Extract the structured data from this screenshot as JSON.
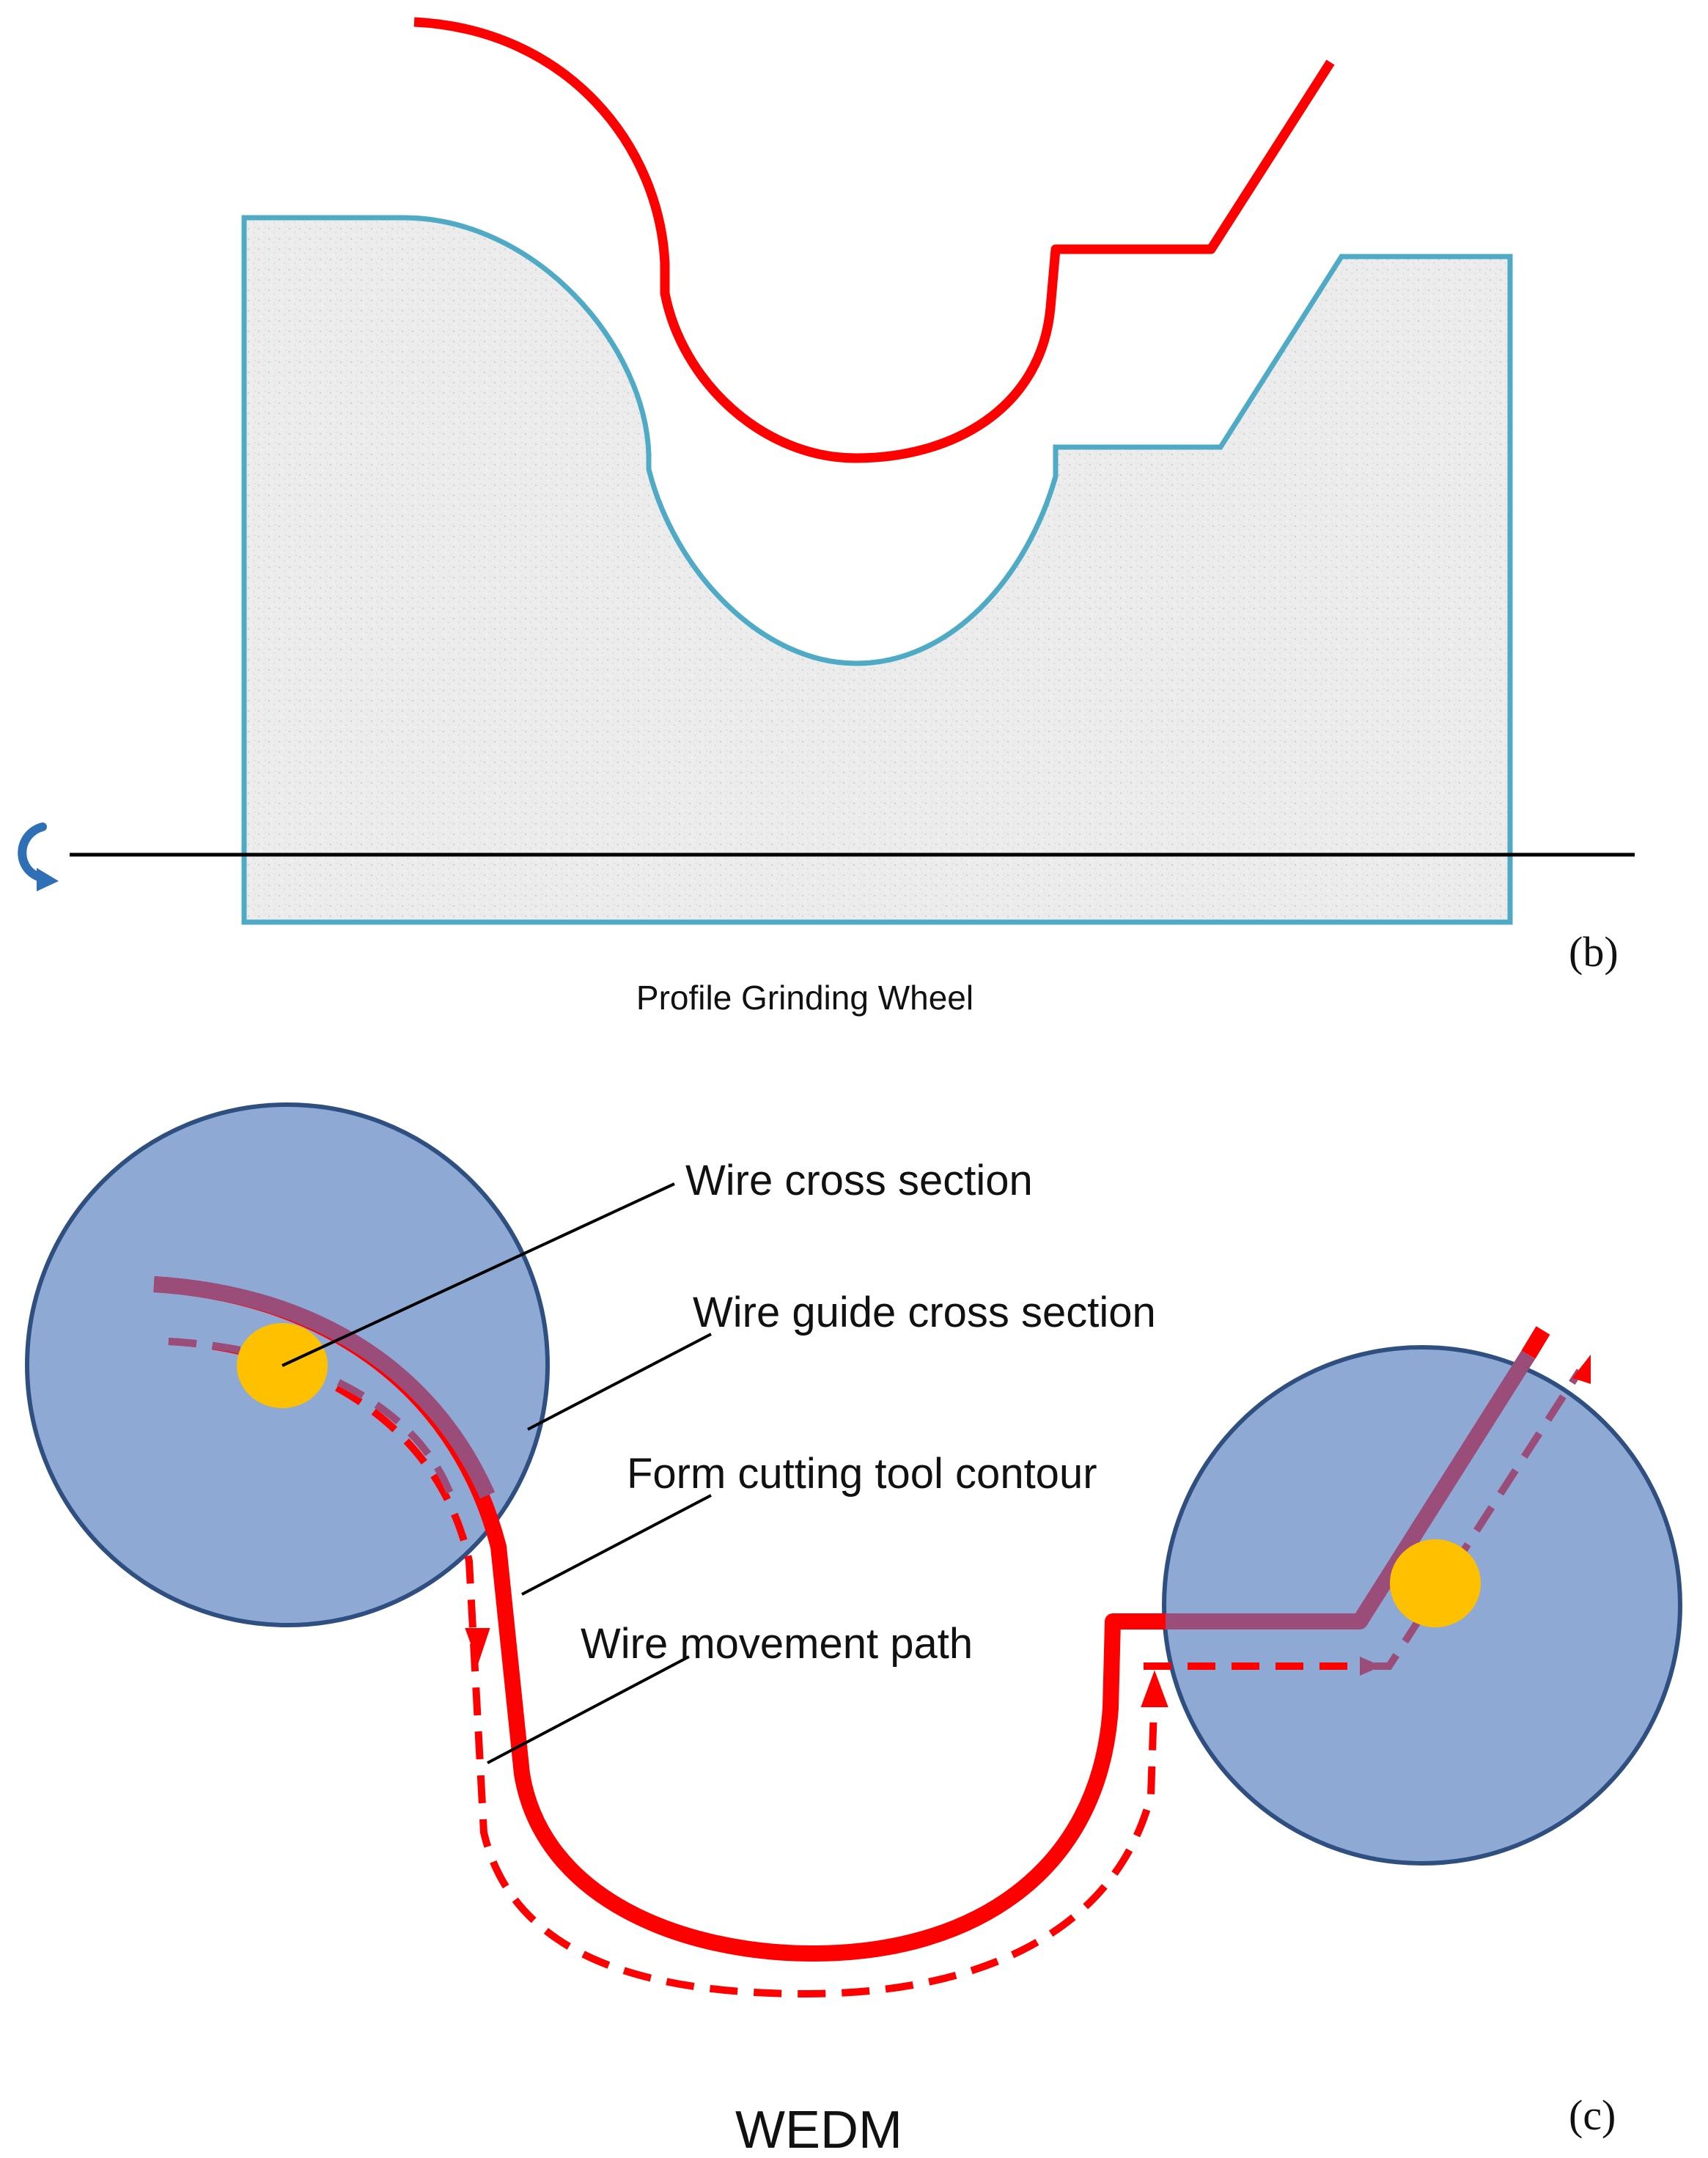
{
  "panel_b": {
    "panel_label": "(b)",
    "caption": "Profile Grinding Wheel",
    "colors": {
      "wheel_fill": "#ececec",
      "wheel_outline": "#4eaac5",
      "profile": "#ff0000",
      "axis": "#000000",
      "rotation_arrow": "#2e6fb5"
    }
  },
  "panel_c": {
    "panel_label": "(c)",
    "caption": "WEDM",
    "labels": {
      "wire_cross_section": "Wire cross section",
      "wire_guide_cross_section": "Wire guide cross section",
      "form_cutting_tool_contour": "Form cutting tool contour",
      "wire_movement_path": "Wire movement path"
    },
    "colors": {
      "guide_fill": "#8eaad4",
      "guide_outline": "#2f4f80",
      "wire": "#ffc000",
      "contour": "#ff0000",
      "contour_inside_guide": "#9b4d7a",
      "leader_line": "#000000"
    }
  }
}
